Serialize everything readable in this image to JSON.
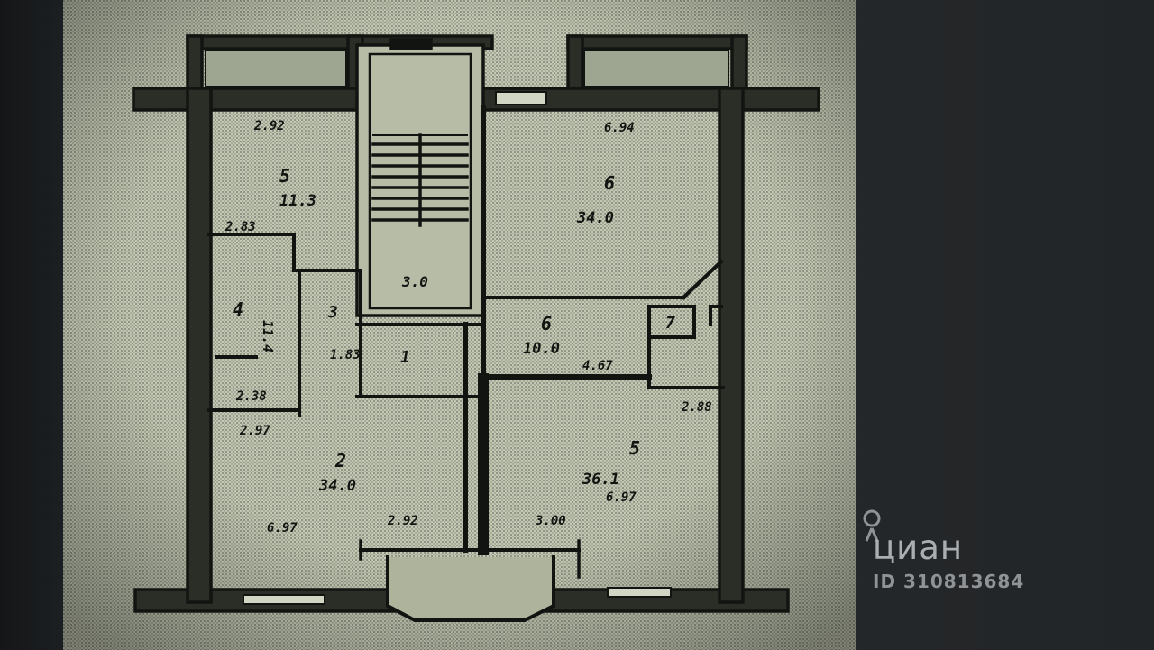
{
  "floor_plan": {
    "rooms": [
      {
        "number": "5",
        "area": "11.3"
      },
      {
        "number": "4",
        "area": "11.4"
      },
      {
        "number": "3",
        "area": ""
      },
      {
        "number": "1",
        "area": ""
      },
      {
        "number": "6",
        "area": "10.0"
      },
      {
        "number": "7",
        "area": ""
      },
      {
        "number": "2",
        "area": "34.0"
      },
      {
        "number": "5",
        "area": "36.1"
      },
      {
        "number": "6",
        "area": "34.0"
      }
    ],
    "dimensions": [
      "2.92",
      "6.94",
      "2.83",
      "3.0",
      "2.38",
      "2.92",
      "6.97",
      "2.97",
      "3.00",
      "6.97",
      "4.67",
      "2.88",
      "1.83"
    ]
  },
  "watermark": {
    "brand": "циан",
    "listing_id": "ID 310813684"
  },
  "colors": {
    "paper": "#bcc2ad",
    "ink": "#131512",
    "background": "#1b1e20"
  }
}
